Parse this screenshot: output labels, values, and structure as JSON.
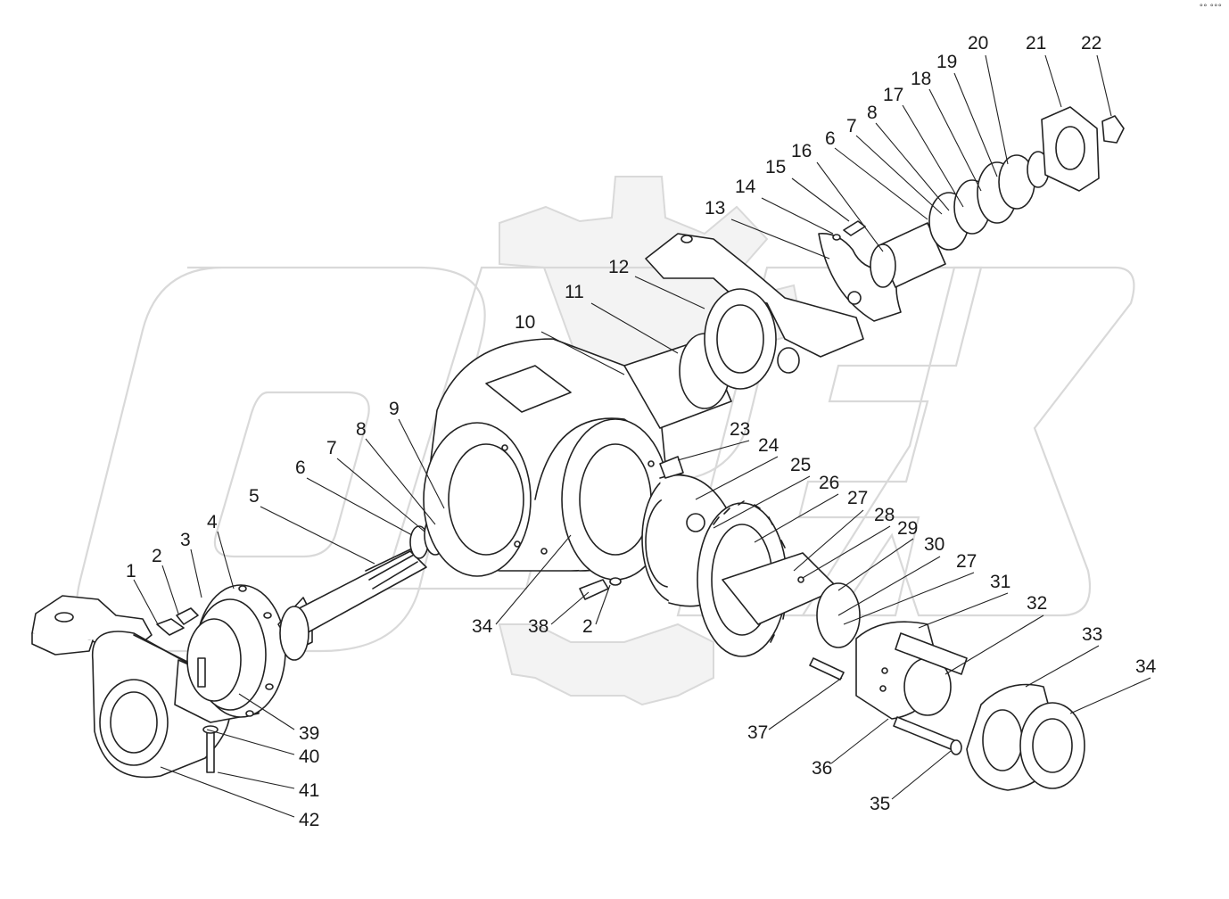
{
  "corner_mark": "°° °°°",
  "watermark": {
    "text": "OPEX",
    "gear_fill": "#f3f3f3",
    "gear_stroke": "#d9d9d9"
  },
  "line_color": "#222222",
  "callouts": [
    {
      "id": "c1",
      "label": "1"
    },
    {
      "id": "c2a",
      "label": "2"
    },
    {
      "id": "c3",
      "label": "3"
    },
    {
      "id": "c4",
      "label": "4"
    },
    {
      "id": "c5",
      "label": "5"
    },
    {
      "id": "c6a",
      "label": "6"
    },
    {
      "id": "c7a",
      "label": "7"
    },
    {
      "id": "c8a",
      "label": "8"
    },
    {
      "id": "c9",
      "label": "9"
    },
    {
      "id": "c10",
      "label": "10"
    },
    {
      "id": "c11",
      "label": "11"
    },
    {
      "id": "c12",
      "label": "12"
    },
    {
      "id": "c13",
      "label": "13"
    },
    {
      "id": "c14",
      "label": "14"
    },
    {
      "id": "c15",
      "label": "15"
    },
    {
      "id": "c16",
      "label": "16"
    },
    {
      "id": "c6b",
      "label": "6"
    },
    {
      "id": "c7b",
      "label": "7"
    },
    {
      "id": "c8b",
      "label": "8"
    },
    {
      "id": "c17",
      "label": "17"
    },
    {
      "id": "c18",
      "label": "18"
    },
    {
      "id": "c19",
      "label": "19"
    },
    {
      "id": "c20",
      "label": "20"
    },
    {
      "id": "c21",
      "label": "21"
    },
    {
      "id": "c22",
      "label": "22"
    },
    {
      "id": "c23",
      "label": "23"
    },
    {
      "id": "c24",
      "label": "24"
    },
    {
      "id": "c25",
      "label": "25"
    },
    {
      "id": "c26",
      "label": "26"
    },
    {
      "id": "c27a",
      "label": "27"
    },
    {
      "id": "c28",
      "label": "28"
    },
    {
      "id": "c29",
      "label": "29"
    },
    {
      "id": "c30",
      "label": "30"
    },
    {
      "id": "c27b",
      "label": "27"
    },
    {
      "id": "c31",
      "label": "31"
    },
    {
      "id": "c32",
      "label": "32"
    },
    {
      "id": "c33",
      "label": "33"
    },
    {
      "id": "c34b",
      "label": "34"
    },
    {
      "id": "c34a",
      "label": "34"
    },
    {
      "id": "c38",
      "label": "38"
    },
    {
      "id": "c2b",
      "label": "2"
    },
    {
      "id": "c37",
      "label": "37"
    },
    {
      "id": "c36",
      "label": "36"
    },
    {
      "id": "c35",
      "label": "35"
    },
    {
      "id": "c39",
      "label": "39"
    },
    {
      "id": "c40",
      "label": "40"
    },
    {
      "id": "c41",
      "label": "41"
    },
    {
      "id": "c42",
      "label": "42"
    }
  ]
}
